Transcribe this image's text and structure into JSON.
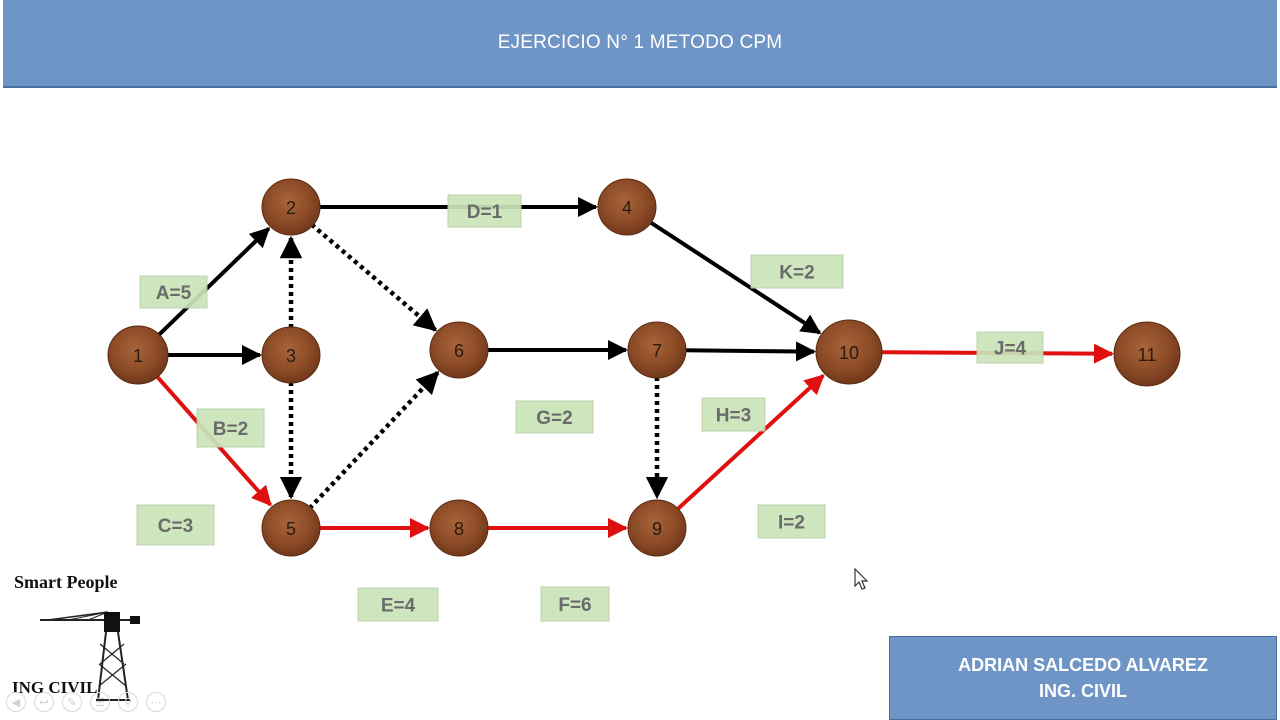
{
  "header": {
    "title": "EJERCICIO N° 1 METODO CPM"
  },
  "footer": {
    "author": "ADRIAN SALCEDO ALVAREZ",
    "profession": "ING. CIVIL"
  },
  "logo": {
    "top_text": "Smart People",
    "bottom_text": "ING CIVIL"
  },
  "colors": {
    "header": "#6e95c6",
    "node": "#8b4a26",
    "activity_box": "#c9e4b8",
    "critical_arrow": "#e01010",
    "normal_arrow": "#000000"
  },
  "nodes": [
    {
      "id": "1",
      "label": "1"
    },
    {
      "id": "2",
      "label": "2"
    },
    {
      "id": "3",
      "label": "3"
    },
    {
      "id": "4",
      "label": "4"
    },
    {
      "id": "5",
      "label": "5"
    },
    {
      "id": "6",
      "label": "6"
    },
    {
      "id": "7",
      "label": "7"
    },
    {
      "id": "8",
      "label": "8"
    },
    {
      "id": "9",
      "label": "9"
    },
    {
      "id": "10",
      "label": "10"
    },
    {
      "id": "11",
      "label": "11"
    }
  ],
  "edges": [
    {
      "from": "1",
      "to": "2",
      "type": "normal"
    },
    {
      "from": "1",
      "to": "3",
      "type": "normal"
    },
    {
      "from": "1",
      "to": "5",
      "type": "critical"
    },
    {
      "from": "2",
      "to": "4",
      "type": "normal"
    },
    {
      "from": "3",
      "to": "2",
      "type": "dummy"
    },
    {
      "from": "3",
      "to": "5",
      "type": "dummy"
    },
    {
      "from": "2",
      "to": "6",
      "type": "dummy"
    },
    {
      "from": "5",
      "to": "6",
      "type": "dummy"
    },
    {
      "from": "4",
      "to": "10",
      "type": "normal"
    },
    {
      "from": "6",
      "to": "7",
      "type": "normal"
    },
    {
      "from": "7",
      "to": "10",
      "type": "normal"
    },
    {
      "from": "7",
      "to": "9",
      "type": "dummy"
    },
    {
      "from": "5",
      "to": "8",
      "type": "critical"
    },
    {
      "from": "8",
      "to": "9",
      "type": "critical"
    },
    {
      "from": "9",
      "to": "10",
      "type": "critical"
    },
    {
      "from": "10",
      "to": "11",
      "type": "critical"
    }
  ],
  "activities": [
    {
      "id": "A",
      "label": "A=5"
    },
    {
      "id": "B",
      "label": "B=2"
    },
    {
      "id": "C",
      "label": "C=3"
    },
    {
      "id": "D",
      "label": "D=1"
    },
    {
      "id": "E",
      "label": "E=4"
    },
    {
      "id": "F",
      "label": "F=6"
    },
    {
      "id": "G",
      "label": "G=2"
    },
    {
      "id": "H",
      "label": "H=3"
    },
    {
      "id": "I",
      "label": "I=2"
    },
    {
      "id": "J",
      "label": "J=4"
    },
    {
      "id": "K",
      "label": "K=2"
    }
  ]
}
